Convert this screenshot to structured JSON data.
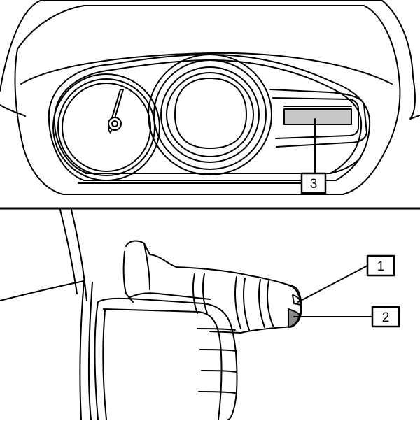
{
  "callouts": [
    {
      "id": "callout-1",
      "label": "1"
    },
    {
      "id": "callout-2",
      "label": "2"
    },
    {
      "id": "callout-3",
      "label": "3"
    }
  ],
  "colors": {
    "line": "#000000",
    "display_fill": "#c8c8c8",
    "control_tip_fill": "#8a8a8a",
    "background": "#ffffff"
  },
  "icons": {
    "tachometer": "dial-gauge-icon",
    "speedometer": "circular-gauge-icon",
    "display": "lcd-display-icon",
    "stalk": "control-stalk-icon"
  }
}
